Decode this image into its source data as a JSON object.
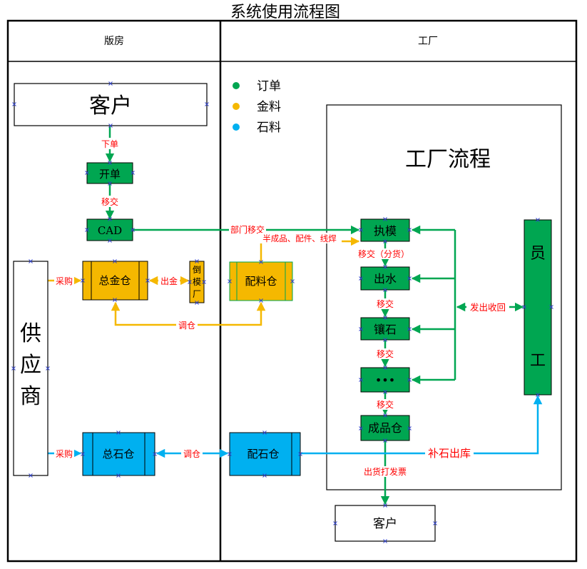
{
  "title": "系统使用流程图",
  "lanes": {
    "left": "版房",
    "right": "工厂"
  },
  "legend": [
    {
      "label": "订单",
      "color": "#00a651"
    },
    {
      "label": "金料",
      "color": "#f5b800"
    },
    {
      "label": "石料",
      "color": "#00b0f0"
    }
  ],
  "colors": {
    "order": "#00a651",
    "gold": "#f5b800",
    "stone": "#00b0f0",
    "red": "#ff0000"
  },
  "nodes": {
    "customer_top": "客户",
    "open_order": "开单",
    "cad": "CAD",
    "supplier_1": "供",
    "supplier_2": "应",
    "supplier_3": "商",
    "gold_warehouse": "总金仓",
    "mold_1": "倒",
    "mold_2": "模",
    "mold_3": "厂",
    "material_warehouse": "配料仓",
    "factory_flow": "工厂流程",
    "execute_mold": "执模",
    "water_out": "出水",
    "setting": "镶石",
    "more": "•••",
    "finished_warehouse": "成品仓",
    "employee_1": "员",
    "employee_2": "工",
    "stone_warehouse": "总石仓",
    "stone_dispatch": "配石仓",
    "customer_bottom": "客户"
  },
  "edge_labels": {
    "place_order": "下单",
    "transfer_1": "移交",
    "dept_transfer": "部门移交",
    "semi_products": "半成品、配件、线焊",
    "purchase_gold": "采购",
    "gold_out": "出金",
    "transfer_gold": "调仓",
    "transfer_split": "移交（分货）",
    "transfer_2": "移交",
    "transfer_3": "移交",
    "transfer_4": "移交",
    "dispatch_return": "发出收回",
    "purchase_stone": "采购",
    "transfer_stone": "调仓",
    "replenish_stone": "补石出库",
    "ship_invoice": "出货打发票"
  }
}
